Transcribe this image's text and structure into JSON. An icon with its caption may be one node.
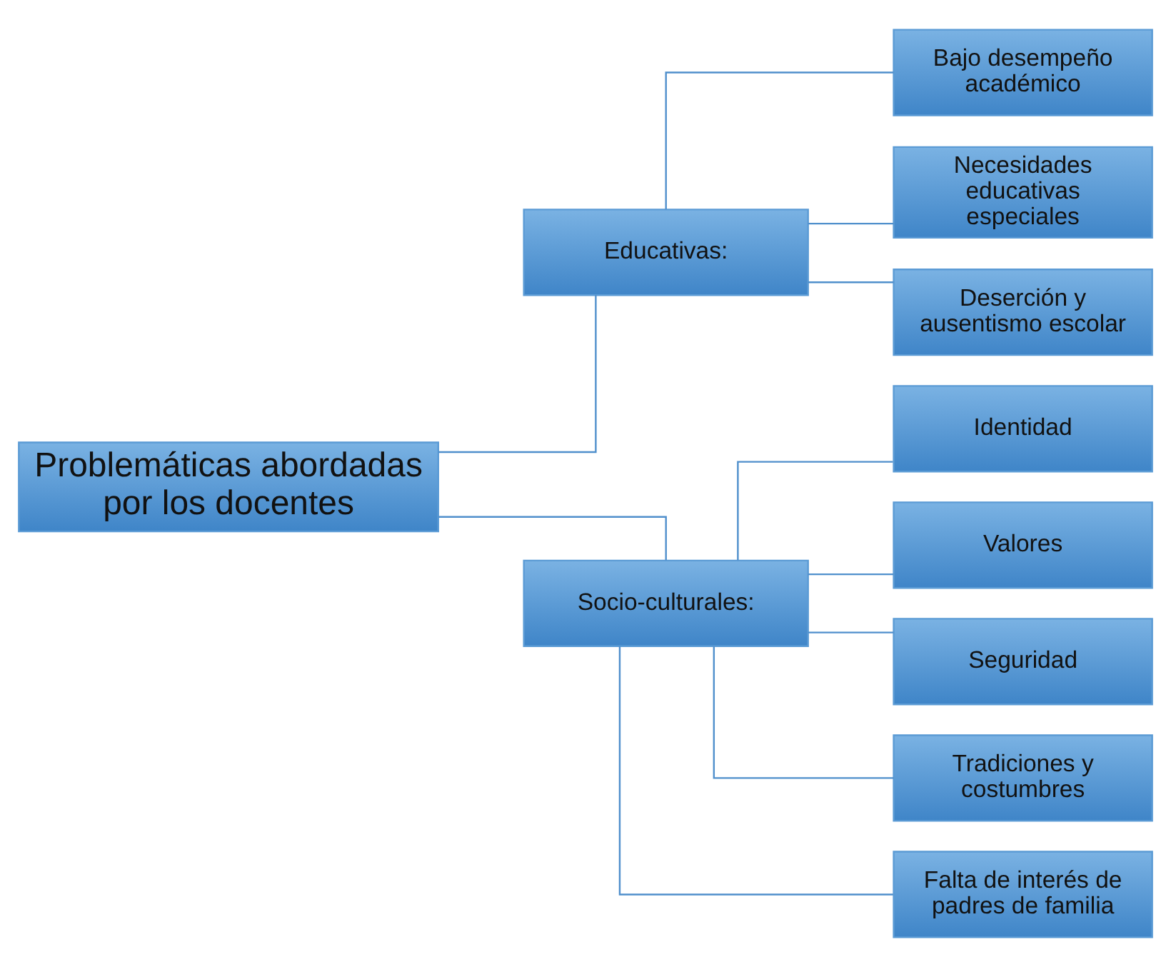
{
  "diagram": {
    "nodes": [
      {
        "text": [
          "Problemáticas abordadas por los docentes"
        ]
      },
      {
        "text": [
          "Educativas:"
        ]
      },
      {
        "text": [
          "Bajo desempeño académico"
        ]
      },
      {
        "text": [
          "Necesidades educativas especiales"
        ]
      },
      {
        "text": [
          "Deserción y ausentismo escolar"
        ]
      },
      {
        "text": [
          "Socio-culturales:"
        ]
      },
      {
        "text": [
          "Identidad"
        ]
      },
      {
        "text": [
          "Valores"
        ]
      },
      {
        "text": [
          "Seguridad"
        ]
      },
      {
        "text": [
          "Tradiciones y costumbres"
        ]
      },
      {
        "text": [
          "Falta de interés de padres de familia"
        ]
      }
    ],
    "edges": [
      {
        "from": 0,
        "to": 1,
        "arrow": "none"
      },
      {
        "from": 0,
        "to": 5,
        "arrow": "none"
      },
      {
        "from": 1,
        "to": 2,
        "arrow": "none"
      },
      {
        "from": 1,
        "to": 3,
        "arrow": "none"
      },
      {
        "from": 1,
        "to": 4,
        "arrow": "none"
      },
      {
        "from": 5,
        "to": 6,
        "arrow": "none"
      },
      {
        "from": 5,
        "to": 7,
        "arrow": "none"
      },
      {
        "from": 5,
        "to": 8,
        "arrow": "none"
      },
      {
        "from": 5,
        "to": 9,
        "arrow": "none"
      },
      {
        "from": 5,
        "to": 10,
        "arrow": "none"
      }
    ]
  }
}
